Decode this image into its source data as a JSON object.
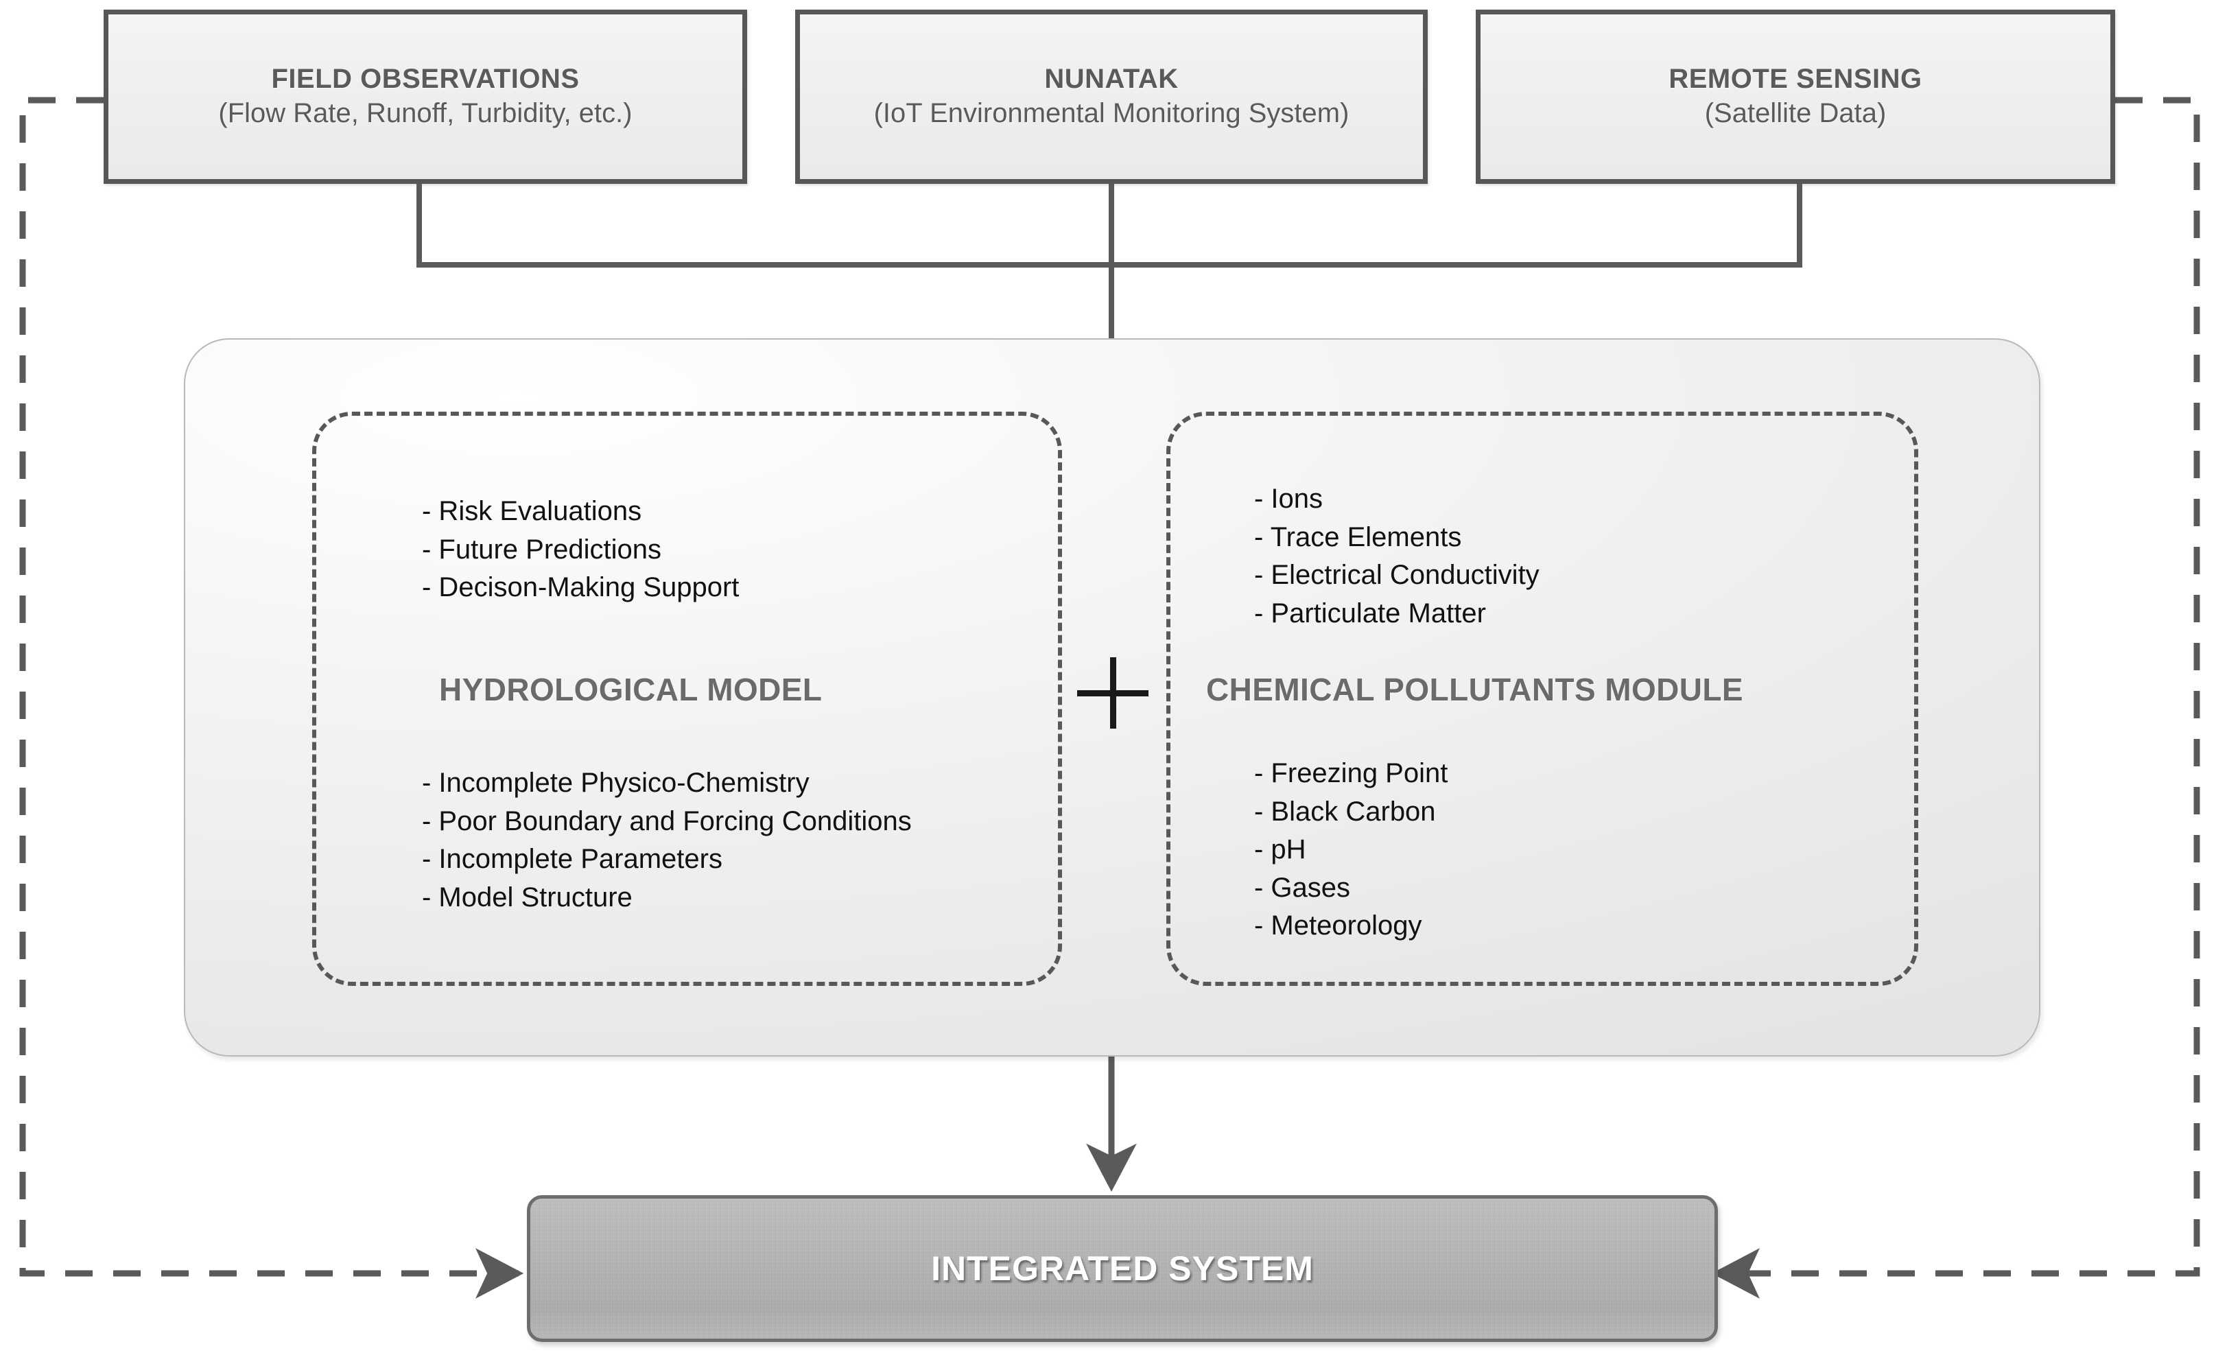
{
  "diagram": {
    "sources": [
      {
        "title": "FIELD OBSERVATIONS",
        "subtitle": "(Flow Rate, Runoff, Turbidity, etc.)"
      },
      {
        "title": "NUNATAK",
        "subtitle": "(IoT Environmental Monitoring System)"
      },
      {
        "title": "REMOTE SENSING",
        "subtitle": "(Satellite Data)"
      }
    ],
    "modules": {
      "left": {
        "title": "HYDROLOGICAL MODEL",
        "outputs": [
          "- Risk Evaluations",
          "- Future Predictions",
          "- Decison-Making Support"
        ],
        "limitations": [
          "- Incomplete Physico-Chemistry",
          "- Poor Boundary and Forcing Conditions",
          "- Incomplete Parameters",
          "- Model Structure"
        ]
      },
      "operator": "+",
      "right": {
        "title": "CHEMICAL POLLUTANTS MODULE",
        "inputs_top": [
          "- Ions",
          "- Trace Elements",
          "- Electrical Conductivity",
          "- Particulate Matter"
        ],
        "inputs_bottom": [
          "- Freezing Point",
          "- Black Carbon",
          "- pH",
          "- Gases",
          "- Meteorology"
        ]
      }
    },
    "result": {
      "label": "INTEGRATED SYSTEM"
    },
    "colors": {
      "line": "#5a5a5a",
      "dash": "#585858",
      "box_border": "#575757",
      "box_fill": "#f1f1f1",
      "module_title": "#6a6a6a",
      "result_fill": "#b2b2b2",
      "result_text": "#ffffff",
      "body_text": "#111111"
    }
  }
}
